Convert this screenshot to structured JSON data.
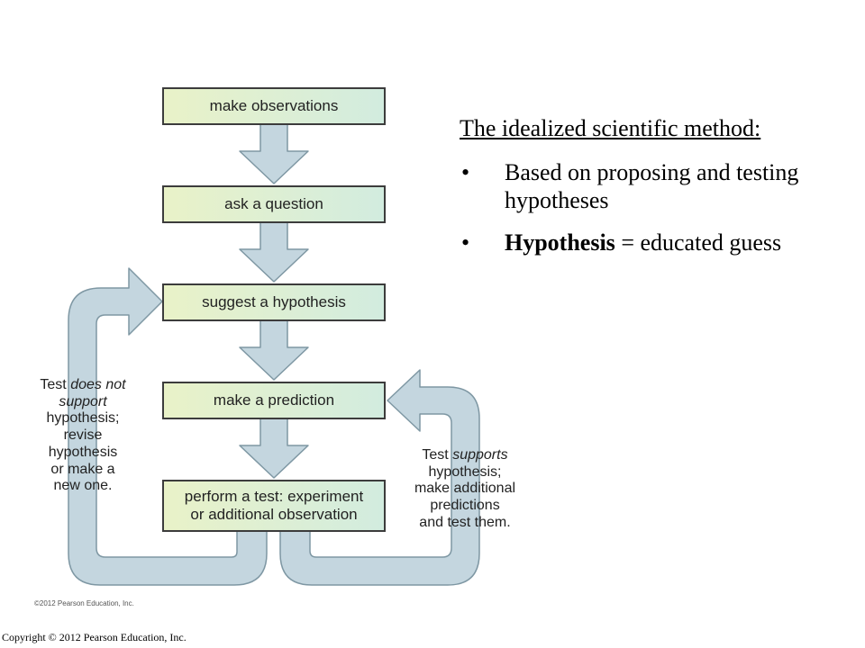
{
  "diagram": {
    "steps": [
      {
        "lines": [
          "make observations"
        ]
      },
      {
        "lines": [
          "ask a question"
        ]
      },
      {
        "lines": [
          "suggest a hypothesis"
        ]
      },
      {
        "lines": [
          "make a prediction"
        ]
      },
      {
        "lines": [
          "perform a test: experiment",
          "or additional observation"
        ]
      }
    ],
    "left_note": {
      "line1_a": "Test ",
      "line1_b": "does not",
      "line2": "support",
      "line3": "hypothesis;",
      "line4": "revise",
      "line5": "hypothesis",
      "line6": "or make a",
      "line7": "new one."
    },
    "right_note": {
      "line1_a": "Test ",
      "line1_b": "supports",
      "line2": "hypothesis;",
      "line3": "make additional",
      "line4": "predictions",
      "line5": "and test them."
    },
    "image_credit": "©2012 Pearson Education, Inc.",
    "colors": {
      "arrow_fill": "#c4d6df",
      "arrow_stroke": "#7e97a3",
      "box_border": "#3c3c3c",
      "box_gradient_left": "#e9f2c8",
      "box_gradient_right": "#d2ecdf"
    }
  },
  "panel": {
    "title": "The idealized scientific method:",
    "bullet_char": "•",
    "bullet1": "Based on proposing and testing hypotheses",
    "bullet2_bold": "Hypothesis",
    "bullet2_rest": " = educated guess"
  },
  "footer": "Copyright © 2012 Pearson Education, Inc."
}
